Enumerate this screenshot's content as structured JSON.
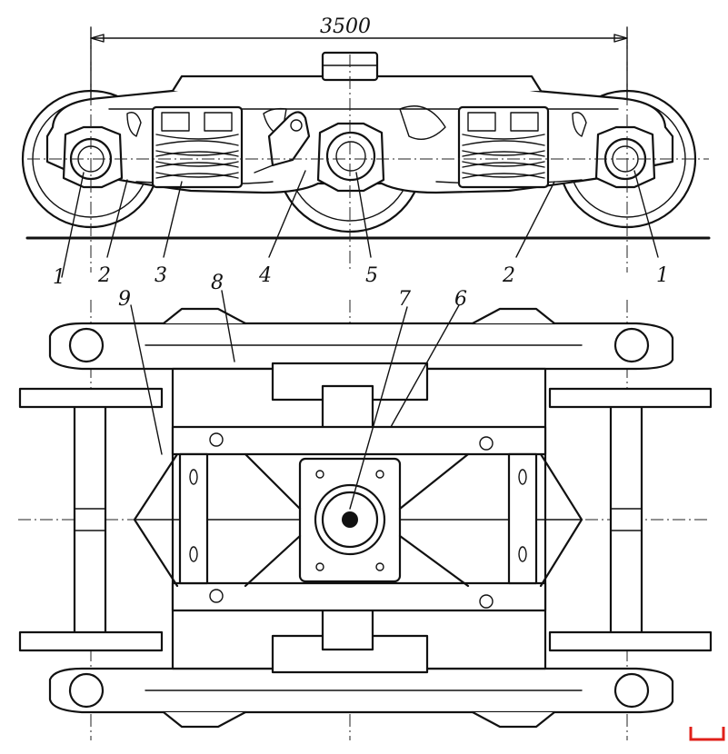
{
  "dimension": {
    "text": "3500"
  },
  "side_view_callouts": [
    "1",
    "2",
    "3",
    "4",
    "5",
    "2",
    "1"
  ],
  "top_view_callouts": [
    "9",
    "8",
    "7",
    "6"
  ],
  "colors": {
    "ink": "#111111",
    "paper": "#ffffff",
    "corner_mark": "#e0201a"
  }
}
